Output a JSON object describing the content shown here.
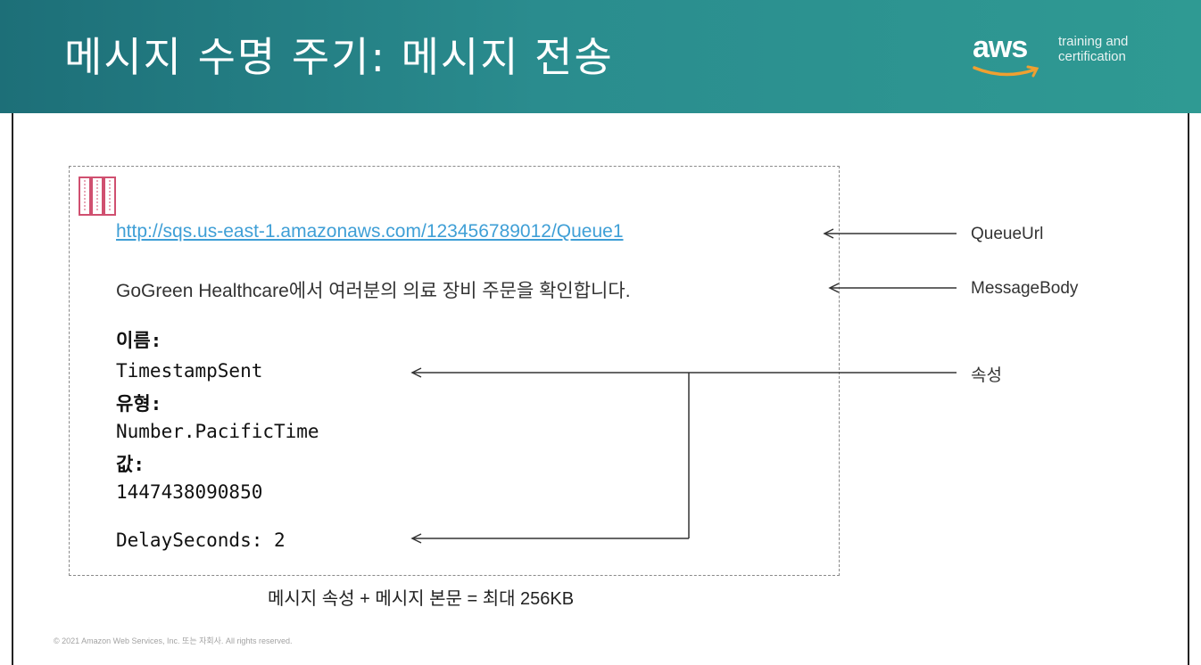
{
  "slide": {
    "title": "메시지 수명 주기: 메시지 전송",
    "logo": {
      "brand": "aws",
      "line1": "training and",
      "line2": "certification"
    }
  },
  "message": {
    "url": "http://sqs.us-east-1.amazonaws.com/123456789012/Queue1",
    "body": "GoGreen Healthcare에서 여러분의 의료 장비 주문을 확인합니다.",
    "attributes": {
      "name_label": "이름:",
      "name_value": "TimestampSent",
      "type_label": "유형:",
      "type_value": "Number.PacificTime",
      "value_label": "값:",
      "value_value": "1447438090850"
    },
    "delay": "DelaySeconds: 2"
  },
  "annotations": {
    "queue_url": "QueueUrl",
    "message_body": "MessageBody",
    "attributes": "속성"
  },
  "footer": {
    "size_note": "메시지 속성 + 메시지 본문 = 최대 256KB",
    "copyright": "© 2021 Amazon Web Services, Inc. 또는 자회사. All rights reserved."
  },
  "colors": {
    "header_teal": "#2a8c8e",
    "url_blue": "#3f9fd6",
    "logo_smile": "#f0a030",
    "envelope_icon": "#d05070"
  }
}
